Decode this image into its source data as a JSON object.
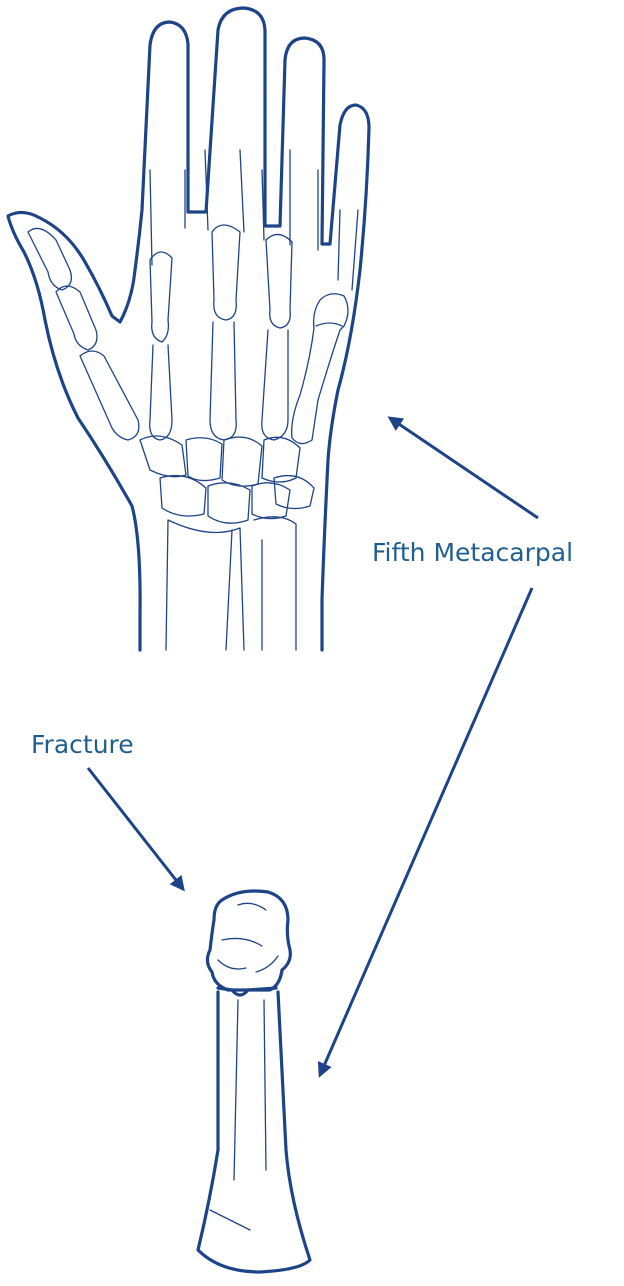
{
  "labels": {
    "fifth_metacarpal": "Fifth Metacarpal",
    "fracture": "Fracture"
  },
  "colors": {
    "ink": "#1e4488",
    "label": "#1f5f8f",
    "background": "#ffffff"
  },
  "icons": {
    "hand": "hand-skeleton-illustration",
    "bone": "fractured-metacarpal-illustration",
    "arrows": "pointer-arrow"
  }
}
